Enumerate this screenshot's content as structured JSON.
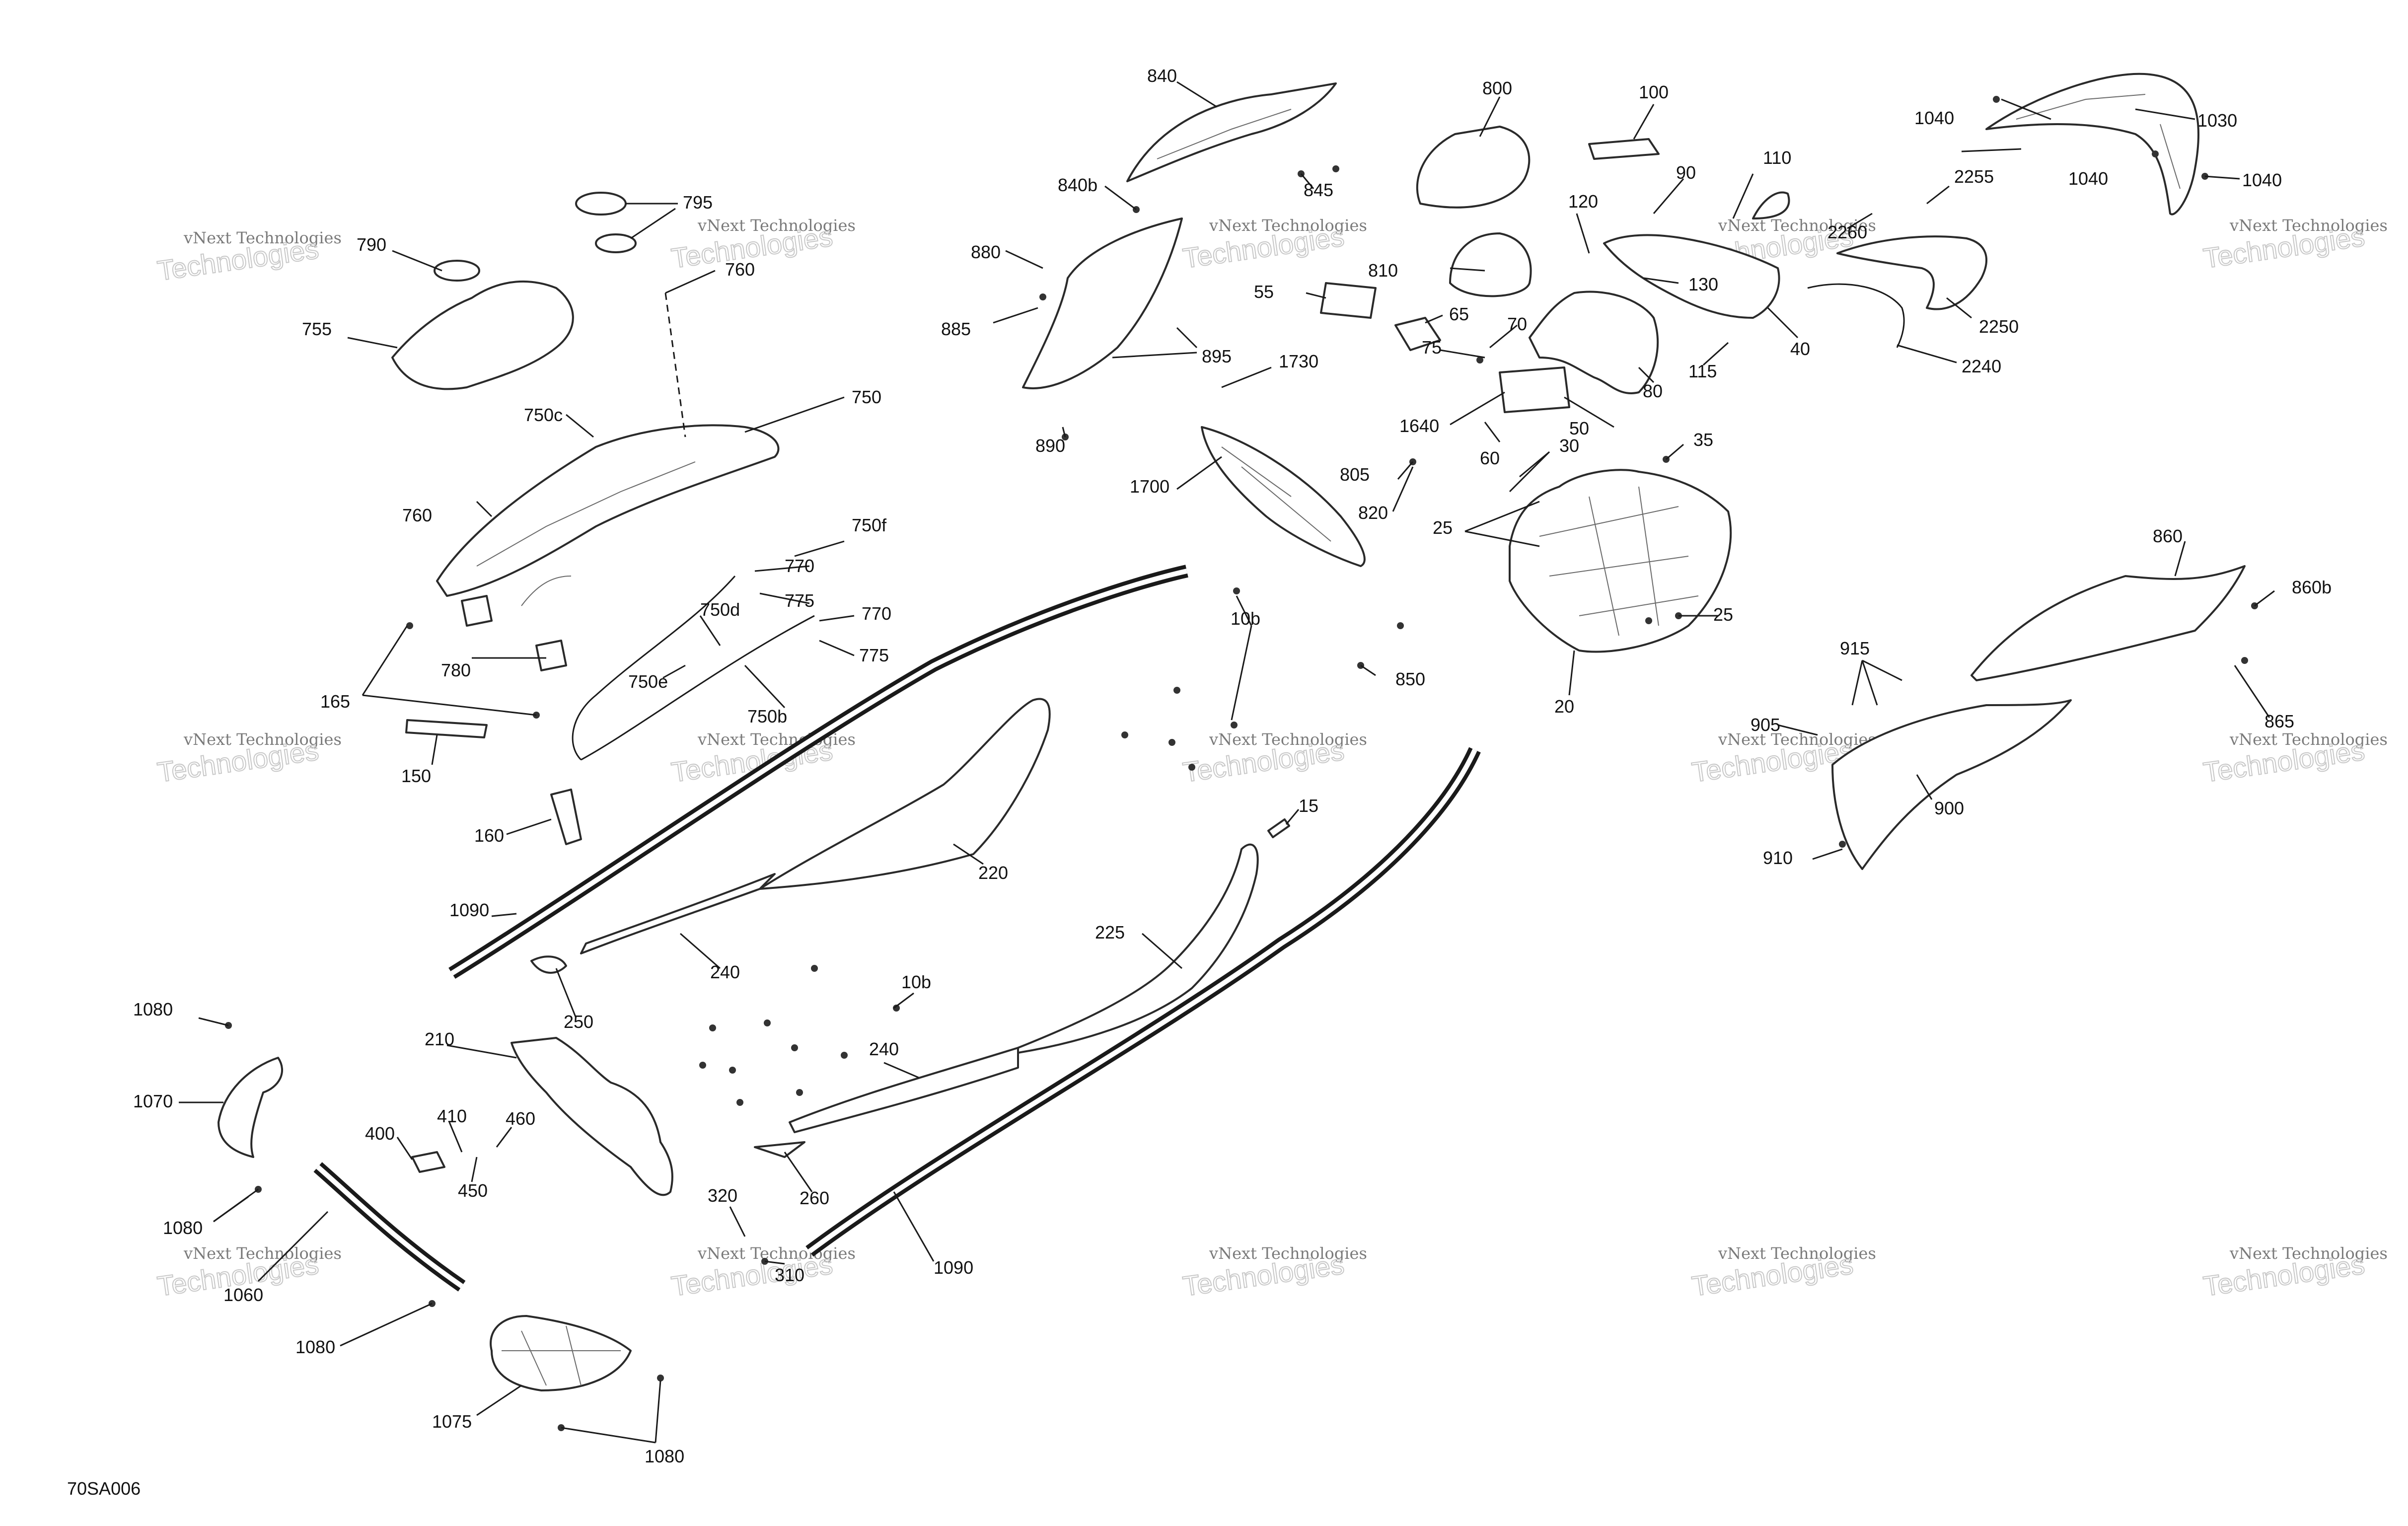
{
  "figure_code": "70SA006",
  "watermark": {
    "line1": "vNext Technologies",
    "line2": "Technologies"
  },
  "labels": {
    "p840": "840",
    "p800": "800",
    "p100": "100",
    "p1040a": "1040",
    "p1030": "1030",
    "p840b": "840b",
    "p845": "845",
    "p90": "90",
    "p110": "110",
    "p2255": "2255",
    "p1040b": "1040",
    "p1040c": "1040",
    "p120": "120",
    "p2260": "2260",
    "p795": "795",
    "p790": "790",
    "p760a": "760",
    "p880": "880",
    "p810": "810",
    "p130": "130",
    "p55": "55",
    "p65": "65",
    "p70": "70",
    "p2250": "2250",
    "p885": "885",
    "p895": "895",
    "p40": "40",
    "p115": "115",
    "p2240": "2240",
    "p755": "755",
    "p1730": "1730",
    "p75": "75",
    "p80": "80",
    "p750": "750",
    "p750c": "750c",
    "p1640": "1640",
    "p50": "50",
    "p890": "890",
    "p35": "35",
    "p30": "30",
    "p60": "60",
    "p805": "805",
    "p1700": "1700",
    "p820": "820",
    "p760b": "760",
    "p750f": "750f",
    "p25a": "25",
    "p860": "860",
    "p770a": "770",
    "p775a": "775",
    "p860b": "860b",
    "p750d": "750d",
    "p770b": "770",
    "p10b_a": "10b",
    "p25b": "25",
    "p775b": "775",
    "p165": "165",
    "p780": "780",
    "p750e": "750e",
    "p850": "850",
    "p915": "915",
    "p20": "20",
    "p750b": "750b",
    "p905": "905",
    "p865": "865",
    "p150": "150",
    "p900": "900",
    "p160": "160",
    "p15": "15",
    "p220": "220",
    "p910": "910",
    "p1090a": "1090",
    "p225": "225",
    "p240a": "240",
    "p250": "250",
    "p10b_b": "10b",
    "p1080a": "1080",
    "p210": "210",
    "p240b": "240",
    "p1070": "1070",
    "p410": "410",
    "p460": "460",
    "p400": "400",
    "p450": "450",
    "p260": "260",
    "p1080b": "1080",
    "p320": "320",
    "p310": "310",
    "p1090b": "1090",
    "p1060": "1060",
    "p1080c": "1080",
    "p1075": "1075",
    "p1080d": "1080"
  }
}
